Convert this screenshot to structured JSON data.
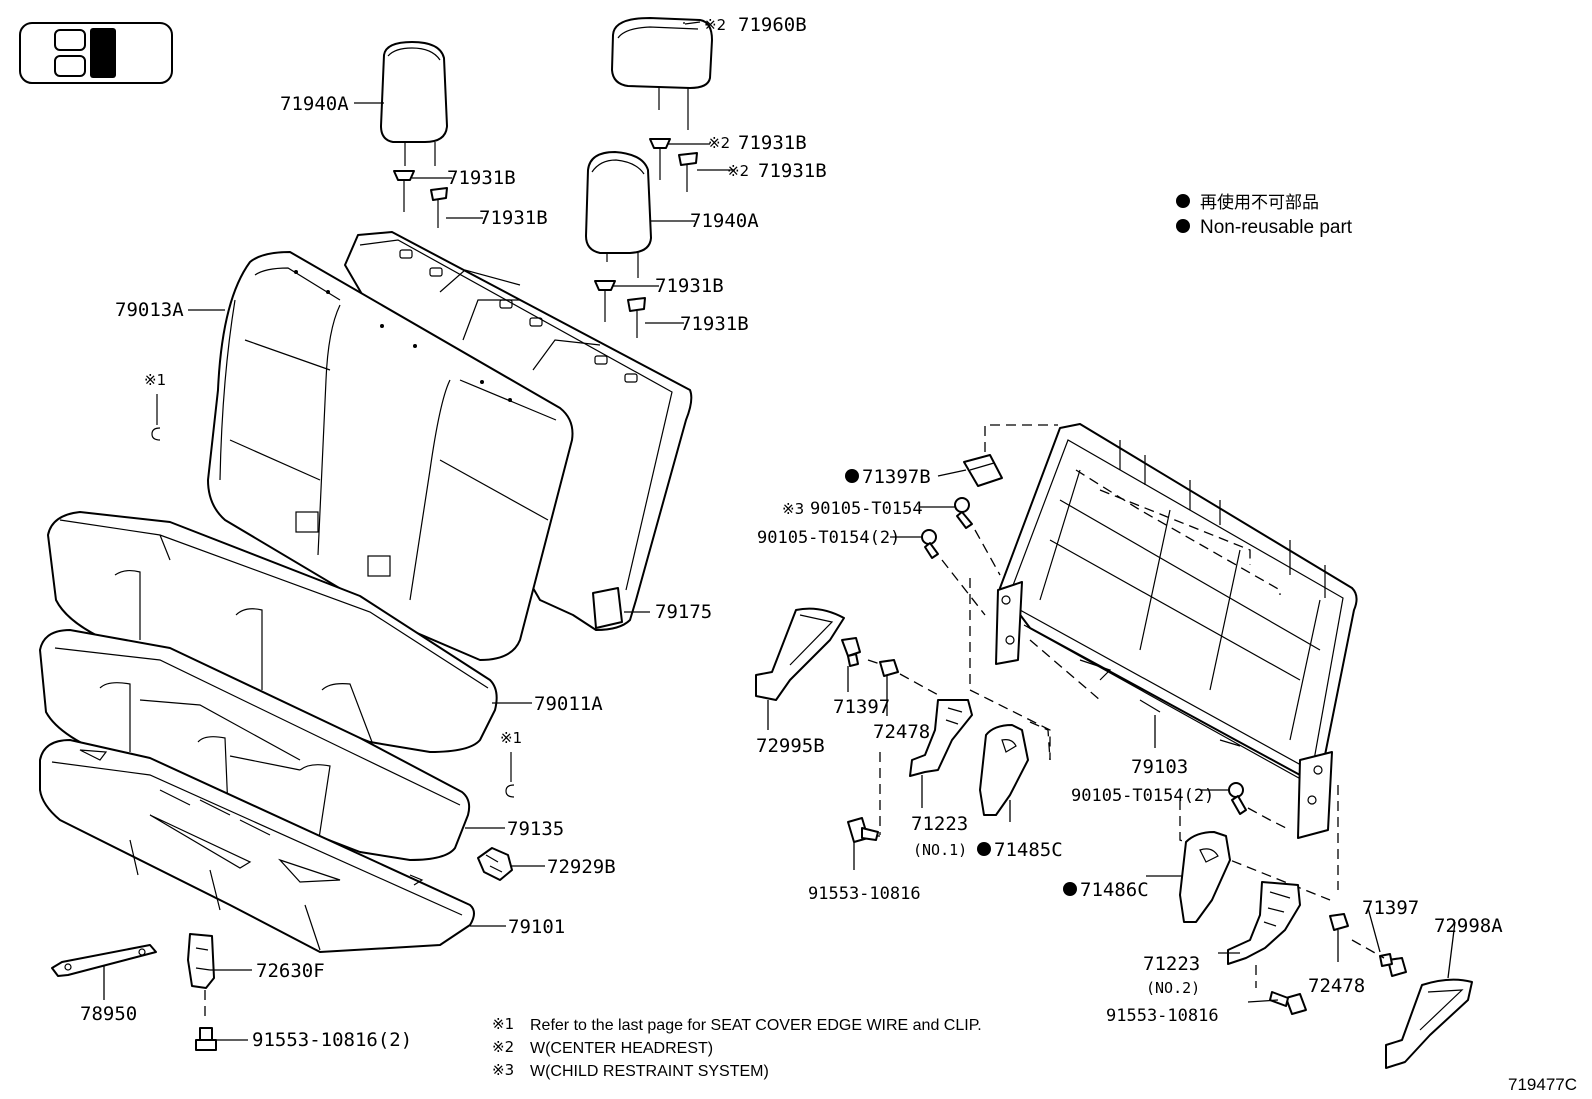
{
  "diagram_id": "719477C",
  "legend": {
    "jp": "再使用不可部品",
    "en": "Non-reusable part"
  },
  "marks": {
    "m1": "※1",
    "m2": "※2",
    "m3": "※3"
  },
  "parts": {
    "p71960B": "71960B",
    "p71940A_left": "71940A",
    "p71931B_a": "71931B",
    "p71931B_b": "71931B",
    "p71931B_c": "71931B",
    "p71931B_d": "71931B",
    "p71940A_center": "71940A",
    "p71931B_e": "71931B",
    "p71931B_f": "71931B",
    "p79013A": "79013A",
    "p79175": "79175",
    "p79011A": "79011A",
    "p79135": "79135",
    "p72929B": "72929B",
    "p79101": "79101",
    "p72630F": "72630F",
    "p78950": "78950",
    "p91553_10816_2": "91553-10816(2)",
    "p71397B": "71397B",
    "p90105_T0154_a": "90105-T0154",
    "p90105_T0154_2a": "90105-T0154(2)",
    "p72995B": "72995B",
    "p71397_a": "71397",
    "p72478_a": "72478",
    "p71223_no1": "71223",
    "p71223_no1_sub": "(NO.1)",
    "p71485C": "71485C",
    "p91553_10816_a": "91553-10816",
    "p79103": "79103",
    "p90105_T0154_2b": "90105-T0154(2)",
    "p71486C": "71486C",
    "p71397_b": "71397",
    "p72998A": "72998A",
    "p71223_no2": "71223",
    "p71223_no2_sub": "(NO.2)",
    "p72478_b": "72478",
    "p91553_10816_b": "91553-10816"
  },
  "footnotes": {
    "n1": "Refer to the last page for SEAT COVER EDGE WIRE and CLIP.",
    "n2": "W(CENTER HEADREST)",
    "n3": "W(CHILD RESTRAINT SYSTEM)"
  }
}
